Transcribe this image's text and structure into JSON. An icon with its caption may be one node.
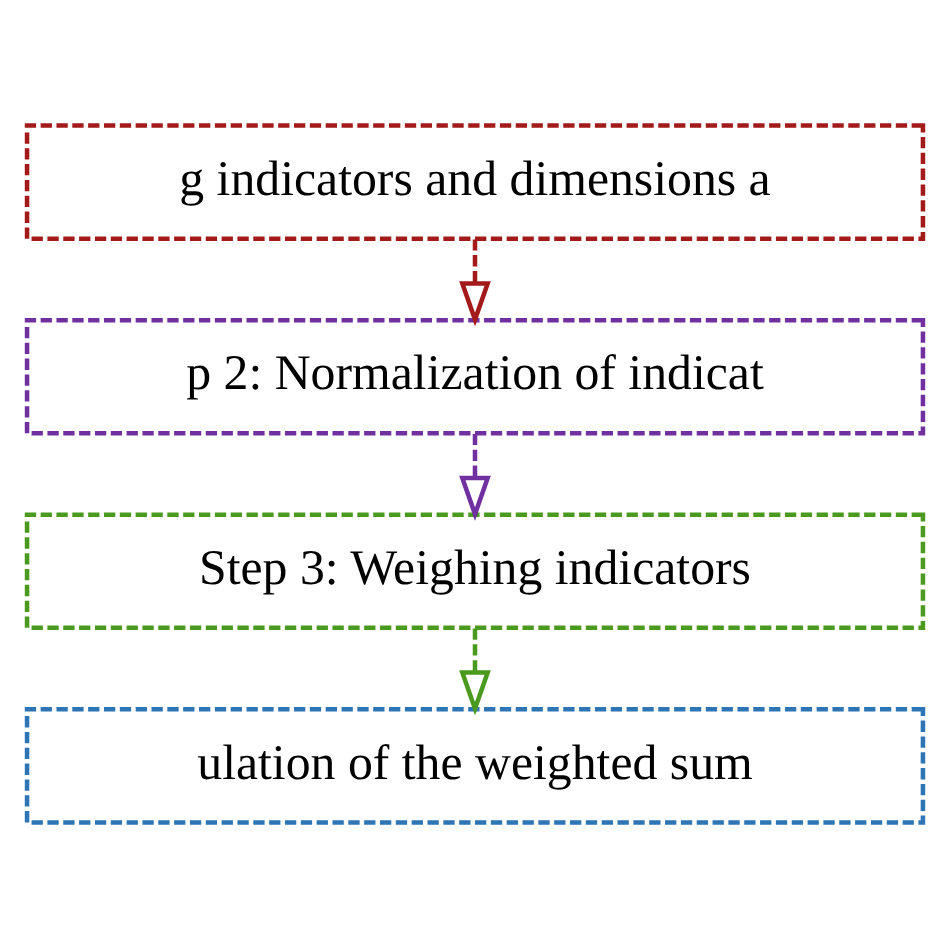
{
  "diagram": {
    "nodes": [
      {
        "text": [
          "g indicators and dimensions a"
        ]
      },
      {
        "text": [
          "p 2: Normalization of indicat"
        ]
      },
      {
        "text": [
          "Step 3: Weighing indicators"
        ]
      },
      {
        "text": [
          "ulation of the weighted sum"
        ]
      }
    ],
    "edges": [
      {
        "from": 0,
        "to": 1,
        "arrow": "to",
        "style": "dashed",
        "color": "#a31a1a"
      },
      {
        "from": 1,
        "to": 2,
        "arrow": "to",
        "style": "dashed",
        "color": "#7030a0"
      },
      {
        "from": 2,
        "to": 3,
        "arrow": "to",
        "style": "dashed",
        "color": "#4a9a1f"
      }
    ]
  }
}
